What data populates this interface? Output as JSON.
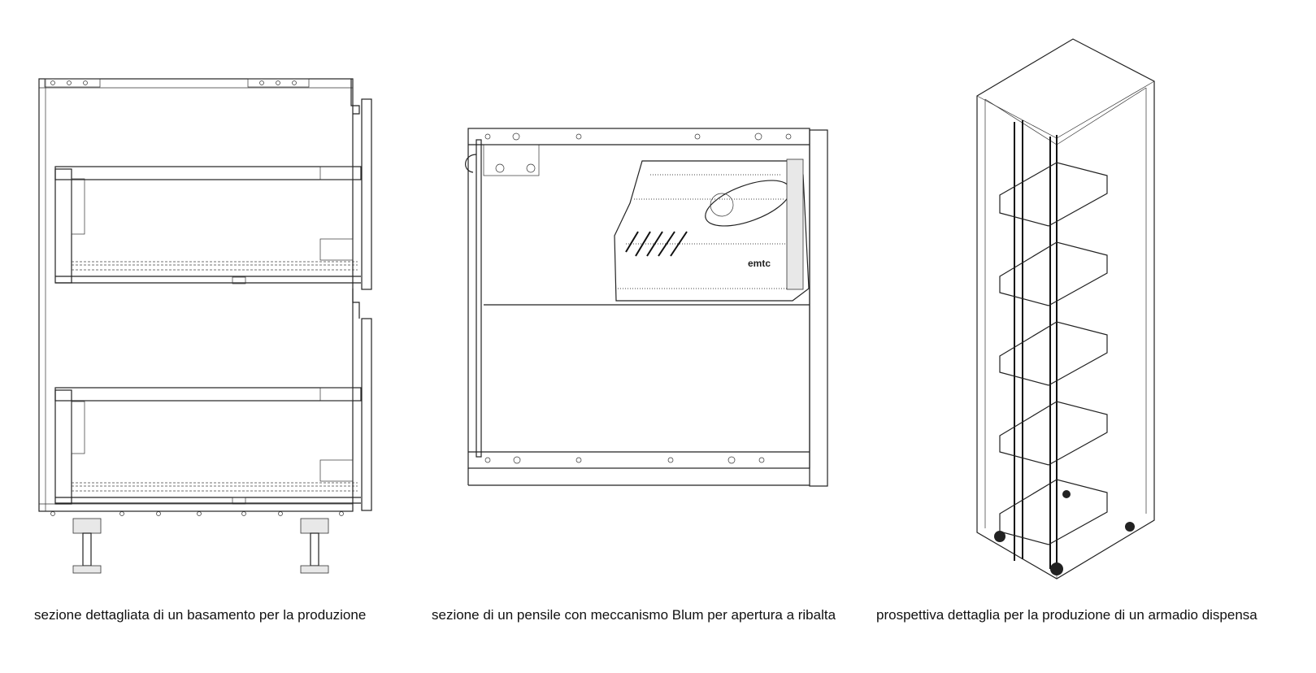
{
  "captions": {
    "base_unit": "sezione dettagliata di un basamento per la produzione",
    "wall_unit": "sezione di un pensile con meccanismo Blum per apertura a ribalta",
    "pantry": "prospettiva dettaglia per la produzione di un armadio dispensa"
  },
  "mechanism_brand": "emtc"
}
